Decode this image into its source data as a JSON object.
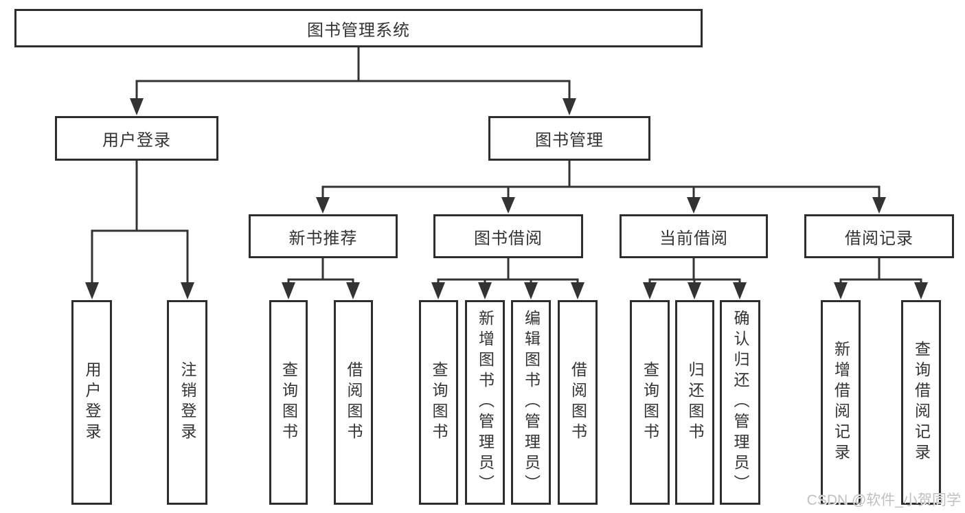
{
  "tree": {
    "label": "图书管理系统",
    "children": [
      {
        "label": "用户登录",
        "children": [
          {
            "label": "用户登录"
          },
          {
            "label": "注销登录"
          }
        ]
      },
      {
        "label": "图书管理",
        "children": [
          {
            "label": "新书推荐",
            "children": [
              {
                "label": "查询图书"
              },
              {
                "label": "借阅图书"
              }
            ]
          },
          {
            "label": "图书借阅",
            "children": [
              {
                "label": "查询图书"
              },
              {
                "label": "新增图书（管理员）"
              },
              {
                "label": "编辑图书（管理员）"
              },
              {
                "label": "借阅图书"
              }
            ]
          },
          {
            "label": "当前借阅",
            "children": [
              {
                "label": "查询图书"
              },
              {
                "label": "归还图书"
              },
              {
                "label": "确认归还（管理员）"
              }
            ]
          },
          {
            "label": "借阅记录",
            "children": [
              {
                "label": "新增借阅记录"
              },
              {
                "label": "查询借阅记录"
              }
            ]
          }
        ]
      }
    ]
  },
  "watermark": {
    "text": "CSDN @软件_小贺同学"
  },
  "colors": {
    "line": "#333333",
    "box_border": "#2d2d2d",
    "text": "#333333",
    "background": "#ffffff",
    "watermark": "#c0c0c0"
  }
}
